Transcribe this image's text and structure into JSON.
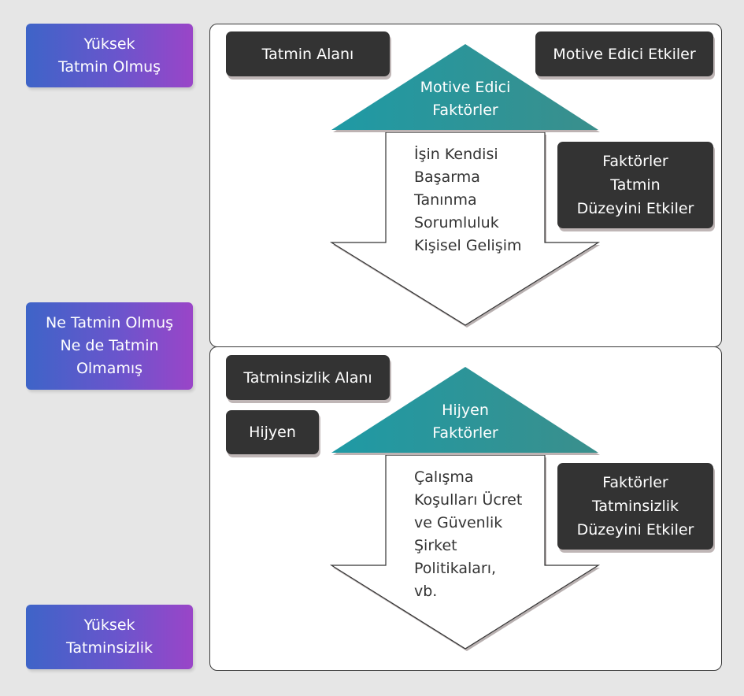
{
  "side_labels": {
    "high_satisfaction": [
      "Yüksek",
      "Tatmin Olmuş"
    ],
    "neutral": [
      "Ne Tatmin Olmuş",
      "Ne de Tatmin",
      "Olmamış"
    ],
    "high_dissatisfaction": [
      "Yüksek",
      "Tatminsizlik"
    ]
  },
  "motivators": {
    "area_title": "Tatmin Alanı",
    "effects_title": "Motive Edici Etkiler",
    "triangle_label": [
      "Motive Edici",
      "Faktörler"
    ],
    "factors": [
      "İşin Kendisi",
      "Başarma",
      "Tanınma",
      "Sorumluluk",
      "Kişisel Gelişim"
    ],
    "effect_note": [
      "Faktörler",
      "Tatmin",
      "Düzeyini Etkiler"
    ]
  },
  "hygiene": {
    "area_title": "Tatminsizlik Alanı",
    "type_label": "Hijyen",
    "triangle_label": [
      "Hijyen",
      "Faktörler"
    ],
    "factors": [
      "Çalışma",
      "Koşulları Ücret",
      "ve Güvenlik",
      "Şirket",
      "Politikaları,",
      "vb."
    ],
    "effect_note": [
      "Faktörler",
      "Tatminsizlik",
      "Düzeyini Etkiler"
    ]
  },
  "colors": {
    "side_gradient_start": "#3e64c8",
    "side_gradient_end": "#9a45c8",
    "dark_box": "#333333",
    "triangle_start": "#1f9aa5",
    "triangle_end": "#3a8f8c"
  }
}
